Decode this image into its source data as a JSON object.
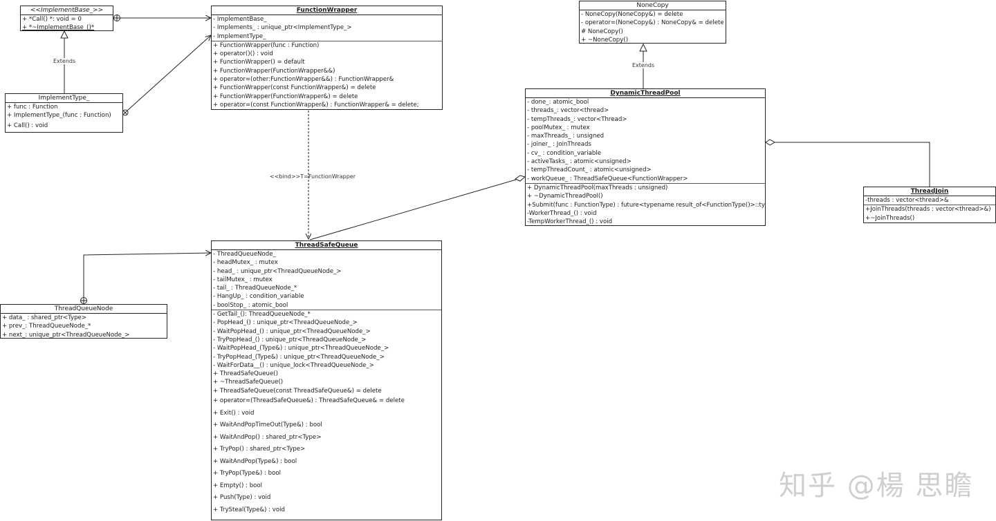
{
  "classes": {
    "implement_base": {
      "title": "<<ImplementBase_>>",
      "members": [
        "+ *Call() *: void = 0",
        "+ *~ImplementBase_()*"
      ]
    },
    "implement_type": {
      "title": "ImplementType_",
      "attributes": [
        "+ func : Function",
        "+ ImplementType_(func : Function)"
      ],
      "operations": [
        "+ Call() : void"
      ]
    },
    "function_wrapper": {
      "title": "FunctionWrapper",
      "attributes": [
        "- ImplementBase_",
        "- Implements_ : unique_ptr<ImplementType_>",
        "- ImplementType_"
      ],
      "operations": [
        "+ FunctionWrapper(func : Function)",
        "+ operator()() : void",
        "+ FunctionWrapper() = default",
        "+ FunctionWrapper(FunctionWrapper&&)",
        "+ operator=(other:FunctionWrapper&&) : FunctionWrapper&",
        "+ FunctionWrapper(const FunctionWrapper&) = delete",
        "+ FunctionWrapper(FunctionWrapper&) = delete",
        "+ operator=(const FunctionWrapper&) : FunctionWrapper& = delete;"
      ]
    },
    "none_copy": {
      "title": "NoneCopy",
      "members": [
        "- NoneCopy(NoneCopy&)  = delete",
        "- operator=(NoneCopy&) : NoneCopy& = delete",
        "# NoneCopy()",
        "+ ~NoneCopy()"
      ]
    },
    "dynamic_thread_pool": {
      "title": "DynamicThreadPool",
      "attributes": [
        "- done_: atomic_bool",
        "- threads_: vector<thread>",
        "- tempThreads_: vector<Thread>",
        "- poolMutex_ : mutex",
        "- maxThreads_ : unsigned",
        "- joiner_ : JoinThreads",
        "- cv_ : condition_variable",
        "- activeTasks_ : atomic<unsigned>",
        "- tempThreadCount_ : atomic<unsigned>",
        "- workQueue_ : ThreadSafeQueue<FunctionWrapper>"
      ],
      "operations": [
        "+ DynamicThreadPool(maxThreads : unsigned)",
        "+ ~DynamicThreadPool()",
        "+Submit(func : FunctionType) : future<typename result_of<FunctionType()>::type>",
        "-WorkerThread_() : void",
        "-TempWorkerThread_() : void"
      ]
    },
    "thread_join": {
      "title": "ThreadJoin",
      "attributes": [
        "-threads : vector<thread>&"
      ],
      "operations": [
        "+JoinThreads(threads : vector<thread>&)",
        "+~JoinThreads()"
      ]
    },
    "thread_safe_queue": {
      "title": "ThreadSafeQueue",
      "attributes": [
        "- ThreadQueueNode_",
        "- headMutex_ : mutex",
        "- head_ : unique_ptr<ThreadQueueNode_>",
        "- tailMutex_ : mutex",
        "- tail_ : ThreadQueueNode_*",
        "- HangUp_ : condition_variable",
        "- boolStop_ : atomic_bool"
      ],
      "operations": [
        "- GetTail_(): ThreadQueueNode_*",
        "- PopHead_() : unique_ptr<ThreadQueueNode_>",
        "- WaitPopHead_() : unique_ptr<ThreadQueueNode_>",
        "- TryPopHead_() : unique_ptr<ThreadQueueNode_>",
        "- WaitPopHead_(Type&) : unique_ptr<ThreadQueueNode_>",
        "- TryPopHead_(Type&) : unique_ptr<ThreadQueueNode_>",
        "- WaitForData__() : unique_lock<ThreadQueueNode_>",
        "+ ThreadSafeQueue()",
        "+ ~ThreadSafeQueue()",
        "+ ThreadSafeQueue(const ThreadSafeQueue&) = delete"
      ],
      "operations_spaced": [
        "+ operator=(ThreadSafeQueue&) : ThreadSafeQueue& = delete",
        "+ Exit() : void",
        "+ WaitAndPopTimeOut(Type&) : bool",
        "+ WaitAndPop() : shared_ptr<Type>",
        "+ TryPop() : shared_ptr<Type>",
        "+ WaitAndPop(Type&) : bool",
        "+ TryPop(Type&) : bool",
        "+ Empty() : bool",
        "+ Push(Type) : void",
        "+ TrySteal(Type&) : void"
      ]
    },
    "thread_queue_node": {
      "title": "ThreadQueueNode",
      "members": [
        "+ data_ :  shared_ptr<Type>",
        "+ prev_:  ThreadQueueNode_*",
        "+ next_: unique_ptr<ThreadQueueNode_>"
      ]
    }
  },
  "relations": {
    "extends_label_1": "Extends",
    "extends_label_2": "Extends",
    "bind_label": "<<bind>>T=FunctionWrapper"
  },
  "watermark": "知乎 @楊 思瞻"
}
